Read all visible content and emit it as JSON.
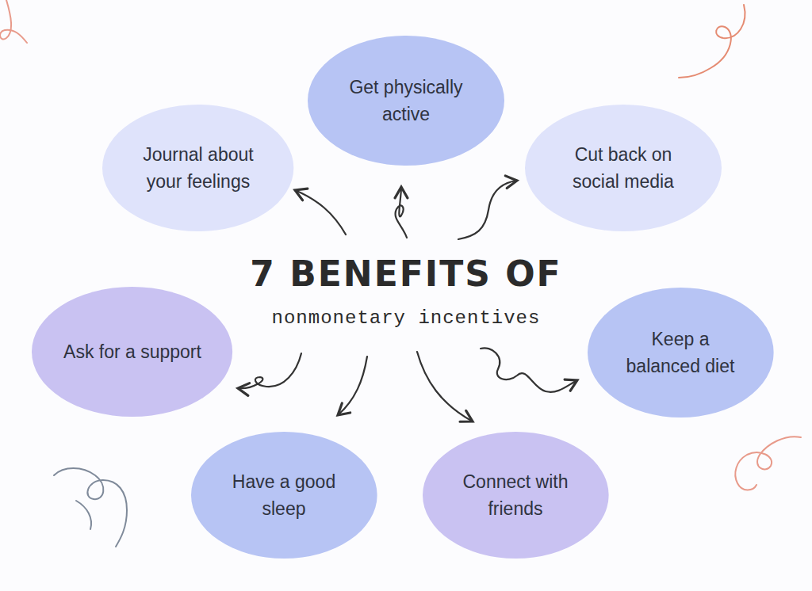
{
  "diagram": {
    "title": "7 BENEFITS OF",
    "nodes": [
      {
        "text": [
          "Get physically active"
        ]
      },
      {
        "text": [
          "Journal about your feelings"
        ]
      },
      {
        "text": [
          "Cut back on social media"
        ]
      },
      {
        "text": [
          "Ask for a support"
        ]
      },
      {
        "text": [
          "Keep a balanced diet"
        ]
      },
      {
        "text": [
          "Have a good sleep"
        ]
      },
      {
        "text": [
          "Connect with friends"
        ]
      }
    ],
    "labels": [
      "nonmonetary incentives"
    ]
  }
}
